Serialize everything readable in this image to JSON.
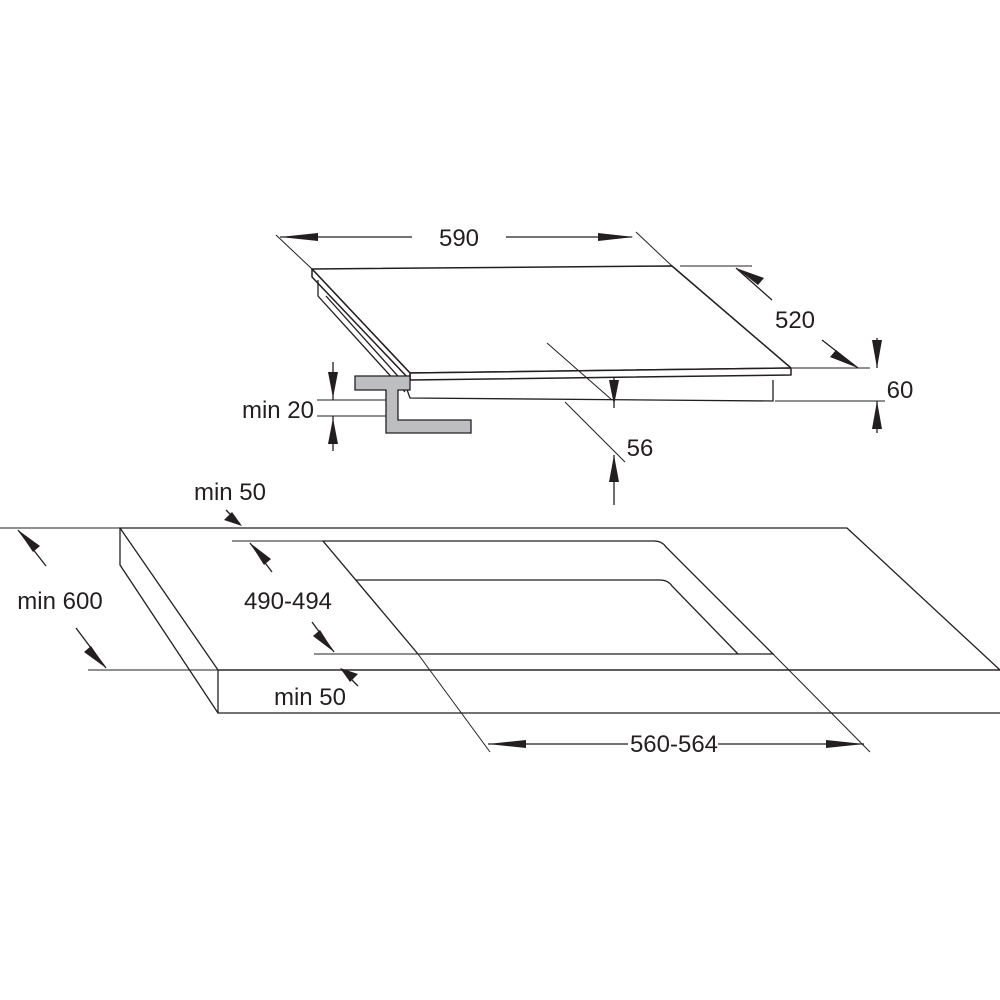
{
  "hob_dimensions": {
    "width": "590",
    "depth": "520",
    "height": "60",
    "built_in_depth": "56",
    "worktop_clearance": "min 20"
  },
  "cutout_dimensions": {
    "back_margin": "min 50",
    "worktop_depth": "min 600",
    "cutout_depth": "490-494",
    "front_margin": "min 50",
    "cutout_width": "560-564"
  },
  "colors": {
    "line": "#231f20",
    "bracket_fill": "#bcbec0",
    "background": "#ffffff"
  }
}
